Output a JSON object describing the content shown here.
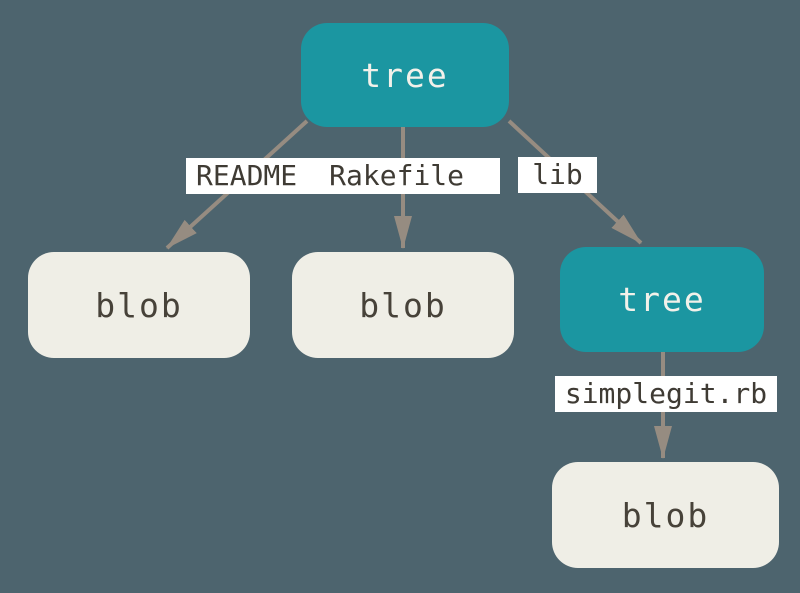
{
  "colors": {
    "background": "#4d646e",
    "tree_fill": "#1b96a1",
    "blob_fill": "#efeee6",
    "tree_text": "#f2f1ea",
    "blob_text": "#474239",
    "label_bg": "#ffffff",
    "label_text": "#3f3b34",
    "arrow": "#968c81"
  },
  "nodes": [
    {
      "label": "tree",
      "kind": "tree"
    },
    {
      "label": "blob",
      "kind": "blob"
    },
    {
      "label": "blob",
      "kind": "blob"
    },
    {
      "label": "tree",
      "kind": "tree"
    },
    {
      "label": "blob",
      "kind": "blob"
    }
  ],
  "edge_labels": {
    "readme": "README",
    "rakefile": "Rakefile",
    "lib": "lib",
    "simplegit": "simplegit.rb"
  }
}
